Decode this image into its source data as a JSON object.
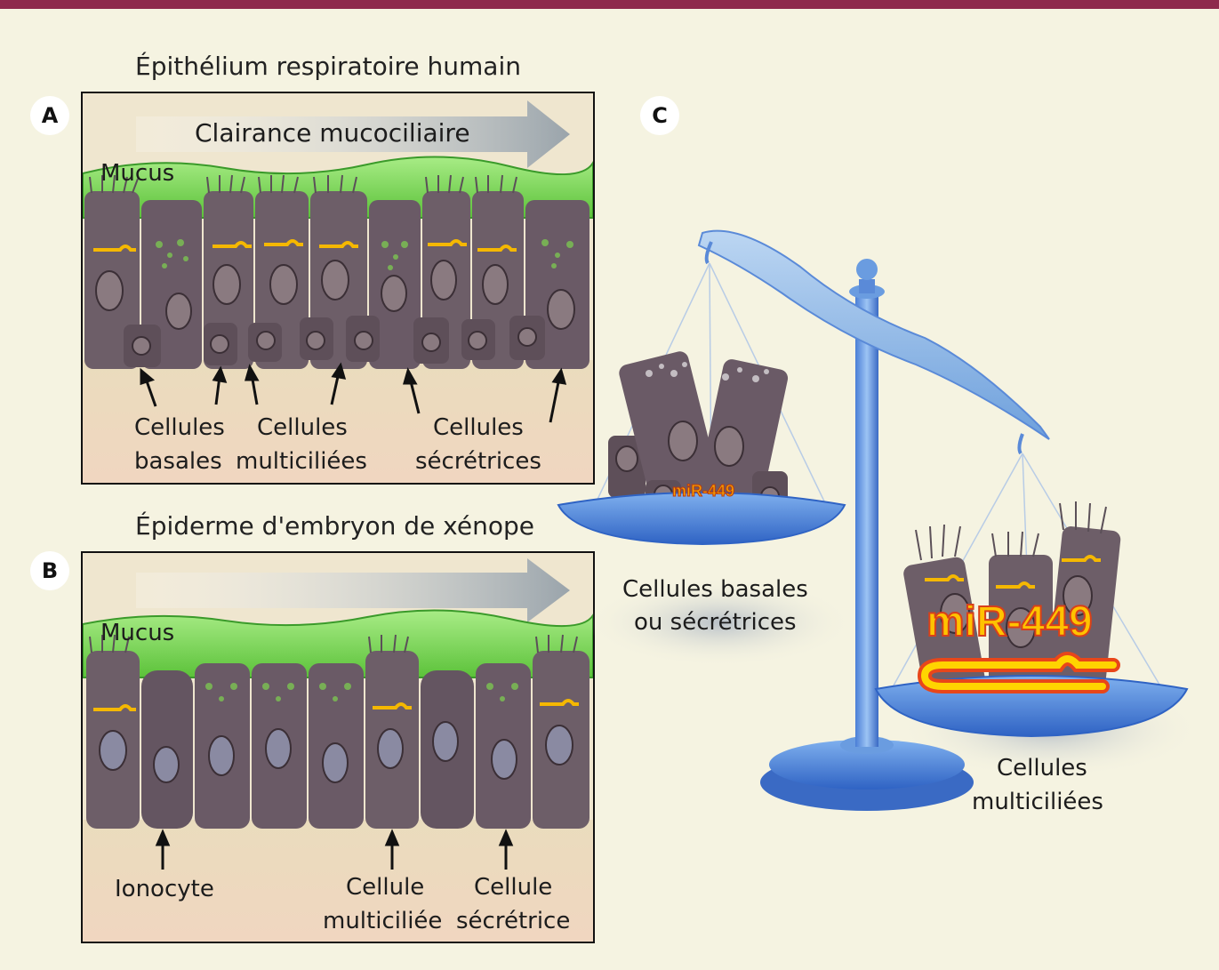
{
  "colors": {
    "topbar": "#8e2a4c",
    "background": "#f5f3e1",
    "mucus": "#7fd45a",
    "cell": "#6d5e68",
    "mirna": "#f5b800",
    "scale": "#4f86d9"
  },
  "panel_a": {
    "letter": "A",
    "title": "Épithélium respiratoire humain",
    "arrow_label": "Clairance mucociliaire",
    "mucus_label": "Mucus",
    "labels": {
      "basal_line1": "Cellules",
      "basal_line2": "basales",
      "multi_line1": "Cellules",
      "multi_line2": "multiciliées",
      "secretory_line1": "Cellules",
      "secretory_line2": "sécrétrices"
    }
  },
  "panel_b": {
    "letter": "B",
    "title": "Épiderme d'embryon de xénope",
    "mucus_label": "Mucus",
    "labels": {
      "ionocyte": "Ionocyte",
      "multi_line1": "Cellule",
      "multi_line2": "multiciliée",
      "secretory_line1": "Cellule",
      "secretory_line2": "sécrétrice"
    }
  },
  "panel_c": {
    "letter": "C",
    "left_pan_mirna": "miR-449",
    "right_pan_mirna": "miR-449",
    "left_label_line1": "Cellules basales",
    "left_label_line2": "ou sécrétrices",
    "right_label_line1": "Cellules",
    "right_label_line2": "multiciliées"
  }
}
